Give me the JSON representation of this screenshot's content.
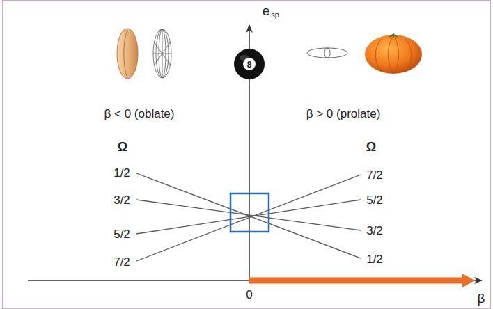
{
  "diagram": {
    "labels": [
      "e",
      "sp",
      "8",
      "β < 0 (oblate)",
      "β > 0 (prolate)",
      "Ω",
      "Ω",
      "1/2",
      "3/2",
      "5/2",
      "7/2",
      "7/2",
      "5/2",
      "3/2",
      "1/2",
      "0",
      "β"
    ]
  }
}
